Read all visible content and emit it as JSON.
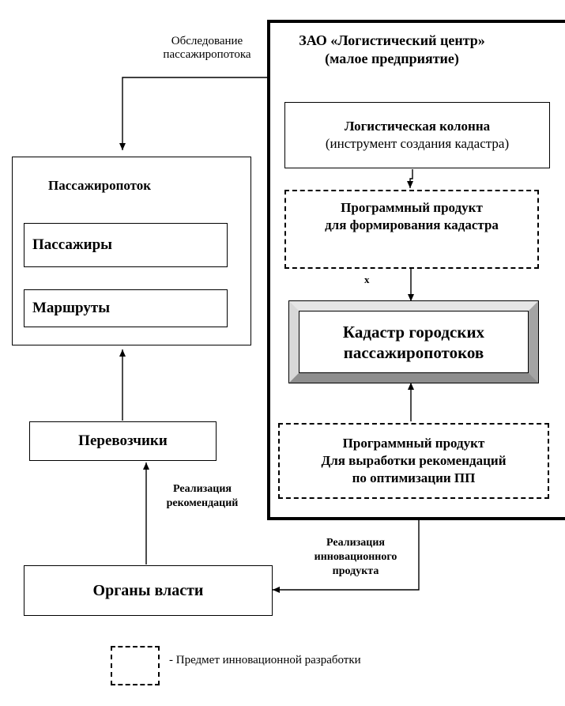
{
  "survey_label": {
    "line1": "Обследование",
    "line2": "пассажиропотока"
  },
  "company": {
    "line1": "ЗАО «Логистический центр»",
    "line2": "(малое предприятие)"
  },
  "passenger_flow": {
    "title": "Пассажиропоток",
    "passengers": "Пассажиры",
    "routes": "Маршруты"
  },
  "logistic_column": {
    "line1": "Логистическая колонна",
    "line2": "(инструмент создания кадастра)"
  },
  "software_cadastre": {
    "line1": "Программный продукт",
    "line2": "для формирования кадастра"
  },
  "cadastre": {
    "line1": "Кадастр городских",
    "line2": "пассажиропотоков"
  },
  "software_recommend": {
    "line1": "Программный продукт",
    "line2": "Для выработки рекомендаций",
    "line3": "по  оптимизации ПП"
  },
  "carriers": "Перевозчики",
  "authorities": "Органы власти",
  "impl_recommend": {
    "line1": "Реализация",
    "line2": "рекомендаций"
  },
  "impl_innovation": {
    "line1": "Реализация",
    "line2": "инновационного",
    "line3": "продукта"
  },
  "stray_mark": "x",
  "legend": {
    "text": "- Предмет инновационной разработки"
  }
}
